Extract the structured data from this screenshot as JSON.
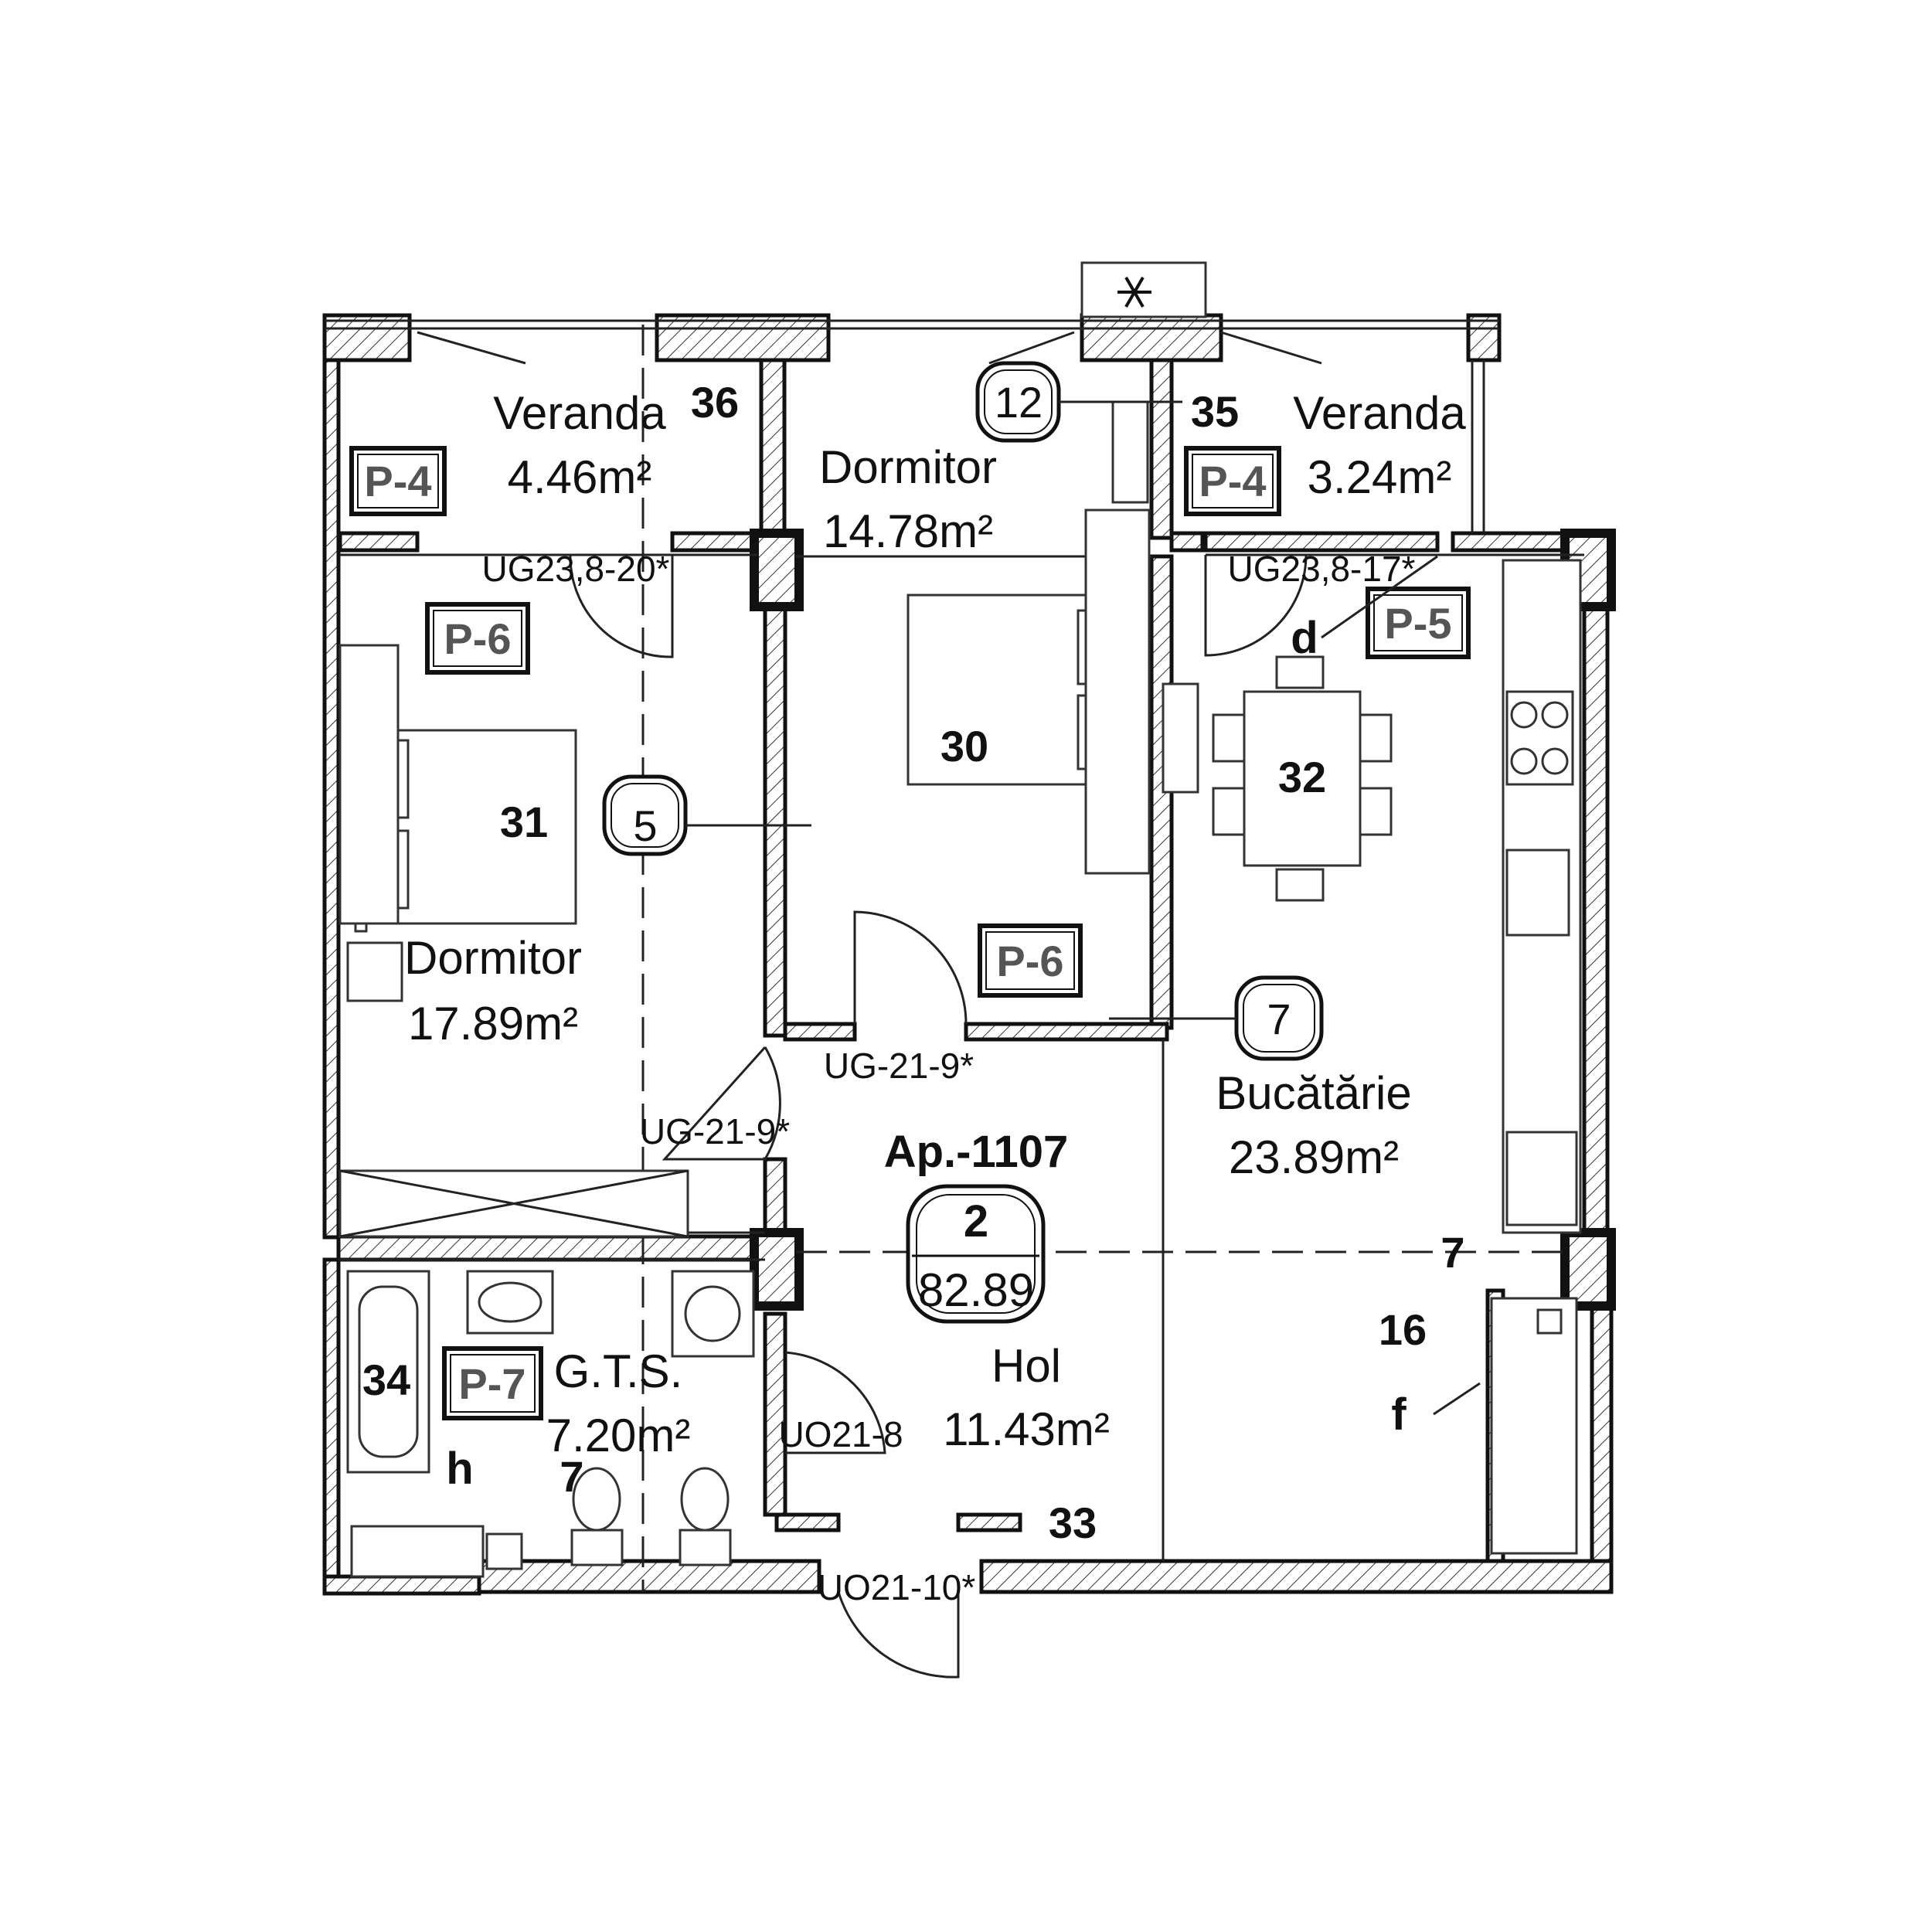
{
  "rooms": {
    "veranda_left": {
      "name": "Veranda",
      "area": "4.46m²"
    },
    "veranda_right": {
      "name": "Veranda",
      "area": "3.24m²"
    },
    "dormitor_top": {
      "name": "Dormitor",
      "area": "14.78m²"
    },
    "dormitor_left": {
      "name": "Dormitor",
      "area": "17.89m²"
    },
    "bucatarie": {
      "name": "Bucătărie",
      "area": "23.89m²"
    },
    "gts": {
      "name": "G.T.S.",
      "area": "7.20m²"
    },
    "hol": {
      "name": "Hol",
      "area": "11.43m²"
    }
  },
  "apartment": {
    "title": "Ap.-1107",
    "rooms": "2",
    "area": "82.89"
  },
  "numbers": {
    "n36": "36",
    "n35": "35",
    "n31": "31",
    "n30": "30",
    "n32": "32",
    "n34": "34",
    "n33": "33",
    "n16": "16",
    "n7a": "7",
    "n7b": "7"
  },
  "letters": {
    "d": "d",
    "f": "f",
    "h": "h"
  },
  "tags": {
    "p4_left": "P-4",
    "p4_right": "P-4",
    "p5": "P-5",
    "p6_left": "P-6",
    "p6_center": "P-6",
    "p7": "P-7"
  },
  "circles": {
    "c12": "12",
    "c5": "5",
    "c7": "7"
  },
  "doors": {
    "ug_left": "UG23,8-20*",
    "ug_right": "UG23,8-17*",
    "ug21_9_a": "UG-21-9*",
    "ug21_9_b": "UG-21-9*",
    "uo21_8": "UO21-8",
    "uo21_10": "UO21-10*"
  },
  "icons": {
    "snowflake": "snowflake-icon"
  }
}
